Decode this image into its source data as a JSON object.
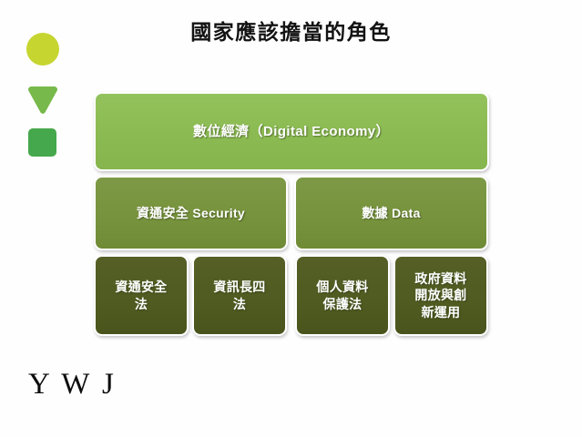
{
  "slide": {
    "title": "國家應該擔當的角色",
    "background_color": "#fffefe",
    "signature": "Y W J"
  },
  "decorations": [
    {
      "name": "circle",
      "shape": "circle",
      "color": "#c6d530"
    },
    {
      "name": "triangle-down",
      "shape": "triangle-down",
      "color": "#77b94a"
    },
    {
      "name": "rounded-square",
      "shape": "rounded-square",
      "color": "#46a84c"
    }
  ],
  "diagram": {
    "tier1": {
      "color": "#8cbe54",
      "boxes": [
        {
          "label": "數位經濟（Digital Economy）"
        }
      ]
    },
    "tier2": {
      "color": "#76923c",
      "boxes": [
        {
          "label": "資通安全 Security"
        },
        {
          "label": "數據 Data"
        }
      ]
    },
    "tier3": {
      "color": "#4f5b20",
      "boxes": [
        {
          "line1": "資通安全",
          "line2": "法"
        },
        {
          "line1": "資訊長四",
          "line2": "法"
        },
        {
          "line1": "個人資料",
          "line2": "保護法"
        },
        {
          "line1": "政府資料",
          "line2": "開放與創",
          "line3": "新運用"
        }
      ]
    }
  }
}
